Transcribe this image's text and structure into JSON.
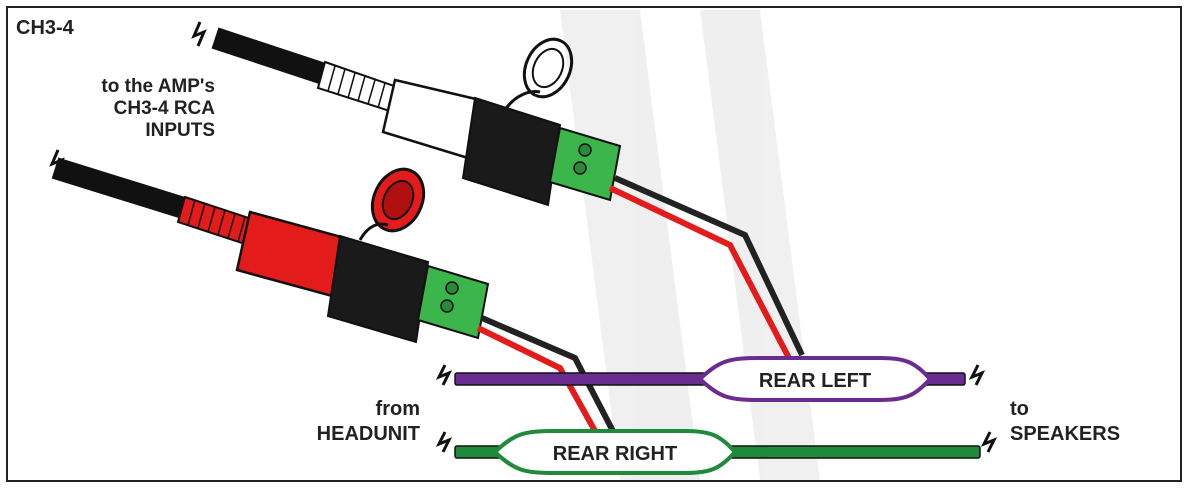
{
  "title": "CH3-4",
  "amp_label": [
    "to the AMP's",
    "CH3-4 RCA",
    "INPUTS"
  ],
  "from_label": [
    "from",
    "HEADUNIT"
  ],
  "to_label": [
    "to",
    "SPEAKERS"
  ],
  "wires": {
    "rear_left": "REAR LEFT",
    "rear_right": "REAR RIGHT"
  },
  "colors": {
    "rear_left_wire": "#6a2c91",
    "rear_right_wire": "#1f8a3a",
    "red_rca": "#e31b1b",
    "white_rca": "#ffffff",
    "terminal": "#3cb54a",
    "cable": "#222222"
  }
}
